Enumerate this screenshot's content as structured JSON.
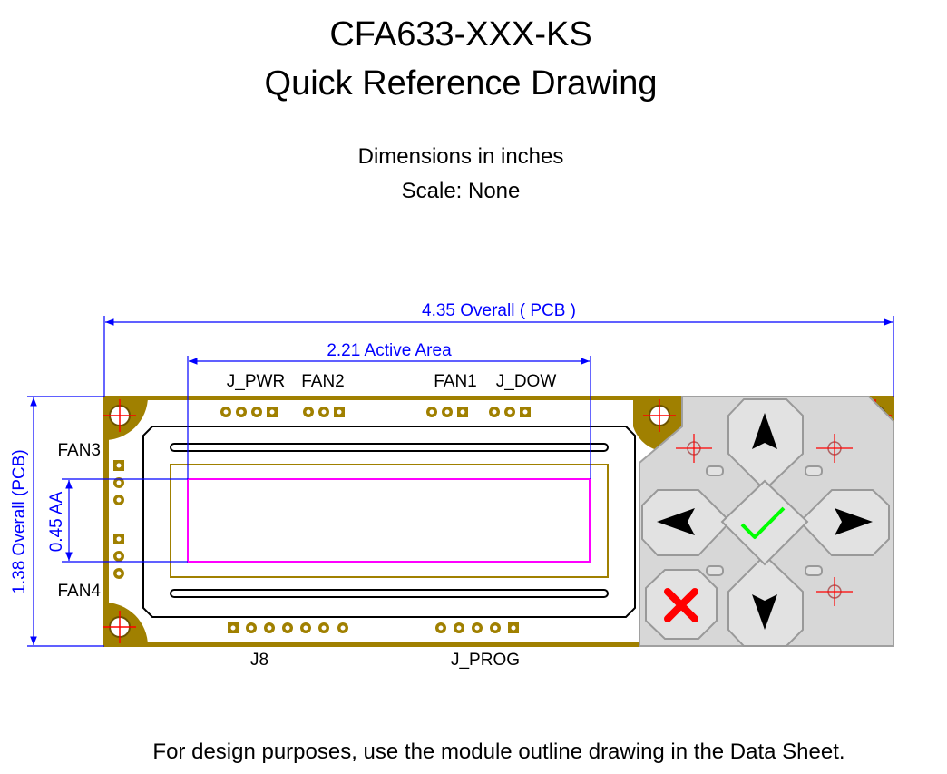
{
  "header": {
    "title": "CFA633-XXX-KS",
    "subtitle": "Quick Reference Drawing",
    "units_note": "Dimensions in inches",
    "scale_note": "Scale: None"
  },
  "dimensions": {
    "overall_width": "4.35 Overall ( PCB )",
    "active_area_width": "2.21 Active Area",
    "overall_height": "1.38 Overall (PCB)",
    "active_area_height": "0.45 AA"
  },
  "connectors": {
    "j_pwr": "J_PWR",
    "fan2": "FAN2",
    "fan1": "FAN1",
    "j_dow": "J_DOW",
    "fan3": "FAN3",
    "fan4": "FAN4",
    "j8": "J8",
    "j_prog": "J_PROG"
  },
  "footer": {
    "note": "For design purposes, use the module outline drawing in the Data Sheet."
  },
  "colors": {
    "dimension": "#0000ff",
    "pcb": "#a08000",
    "pcb_dark": "#6b5300",
    "active_area": "#ff00ff",
    "crosshair": "#ff0000",
    "keypad": "#cfcfcf",
    "check": "#00ff00",
    "cancel": "#ff0000"
  }
}
